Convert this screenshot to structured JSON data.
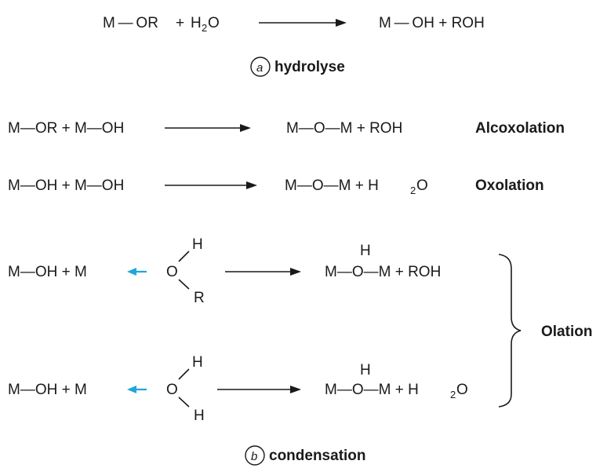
{
  "hydrolysis": {
    "left": "M — OR",
    "plus": "+",
    "water_h": "H",
    "water_2": "2",
    "water_o": "O",
    "right": "M — OH + ROH",
    "label_letter": "a",
    "label_text": "hydrolyse"
  },
  "alcoxolation": {
    "left": "M—OR + M—OH",
    "right": "M—O—M + ROH",
    "name": "Alcoxolation"
  },
  "oxolation": {
    "left": "M—OH + M—OH",
    "right_main": "M—O—M + H",
    "right_sub": "2",
    "right_o": "O",
    "name": "Oxolation"
  },
  "olation1": {
    "left": "M—OH  +  M",
    "o": "O",
    "h": "H",
    "r": "R",
    "product_h": "H",
    "right": "M—O—M  +  ROH"
  },
  "olation2": {
    "left": "M—OH  +  M",
    "o": "O",
    "h_top": "H",
    "h_bottom": "H",
    "product_h": "H",
    "right_main": "M—O—M  +  H",
    "right_sub": "2",
    "right_o": "O"
  },
  "olation_name": "Olation",
  "condensation": {
    "label_letter": "b",
    "label_text": "condensation"
  },
  "colors": {
    "text": "#1a1a1a",
    "coordination_arrow": "#1fa6d8"
  }
}
